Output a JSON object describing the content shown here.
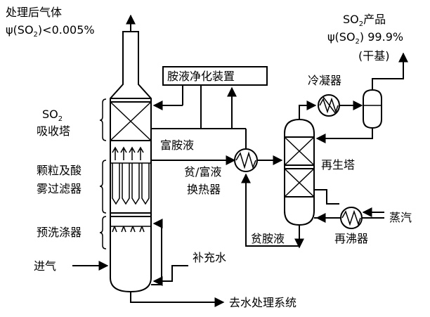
{
  "labels": {
    "treated_gas_line1": "处理后气体",
    "treated_gas_line2_pre": "ψ(SO",
    "treated_gas_line2_sub": "2",
    "treated_gas_line2_post": ")<0.005%",
    "so2_product_line1_pre": "SO",
    "so2_product_line1_sub": "2",
    "so2_product_line1_post": "产品",
    "so2_product_line2_pre": "ψ(SO",
    "so2_product_line2_sub": "2",
    "so2_product_line2_post": ") 99.9%",
    "so2_product_line3": "(干基)",
    "amine_purification": "胺液净化装置",
    "condenser": "冷凝器",
    "absorber_line1_pre": "SO",
    "absorber_line1_sub": "2",
    "absorber_line2": "吸收塔",
    "rich_amine": "富胺液",
    "lean_rich_exchanger_line1": "贫/富液",
    "lean_rich_exchanger_line2": "换热器",
    "regenerator": "再生塔",
    "filter_line1": "颗粒及酸",
    "filter_line2": "雾过滤器",
    "prewasher": "预洗涤器",
    "steam": "蒸汽",
    "lean_amine": "贫胺液",
    "reboiler": "再沸器",
    "makeup_water": "补充水",
    "inlet_gas": "进气",
    "water_treatment": "去水处理系统"
  }
}
